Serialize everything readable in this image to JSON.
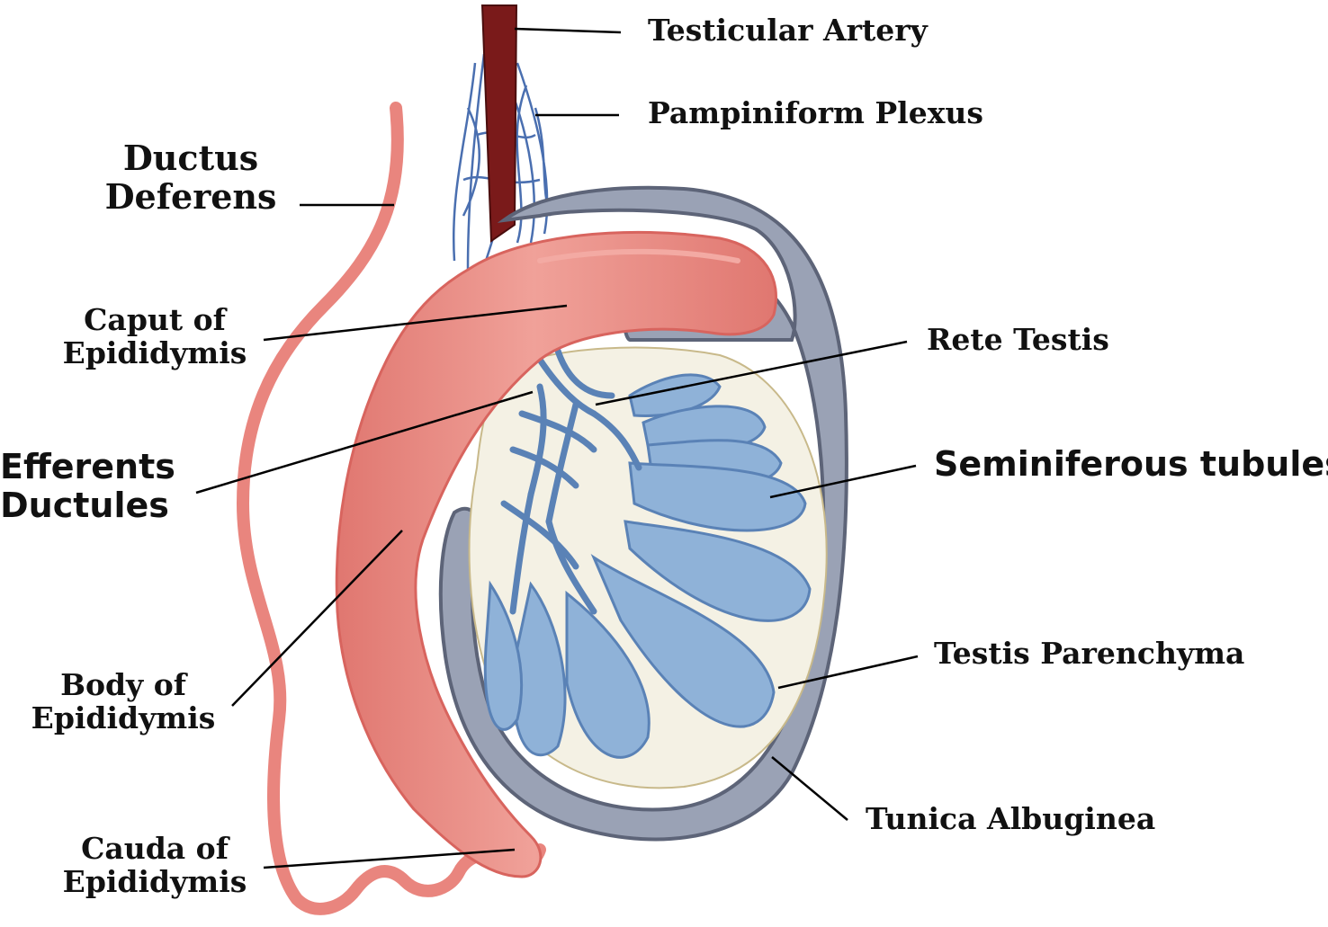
{
  "colors": {
    "epididymis": "#e9857e",
    "epididymis_highlight": "#f3aaa3",
    "epididymis_edge": "#d8645e",
    "tubule": "#8fb2d8",
    "tubule_edge": "#5a82b6",
    "vein": "#4a6fb0",
    "artery": "#7a1a1a",
    "tunica_fill": "#9aa2b5",
    "tunica_edge": "#5d6478",
    "parenchyma": "#f4f1e4",
    "leader": "#000000"
  },
  "labels": {
    "testicular_artery": "Testicular Artery",
    "pampiniform_plexus": "Pampiniform Plexus",
    "ductus_deferens": [
      "Ductus",
      "Deferens"
    ],
    "caput_of_epididymis": [
      "Caput of",
      "Epididymis"
    ],
    "rete_testis": "Rete Testis",
    "efferents_ductules": [
      "Efferents",
      "Ductules"
    ],
    "seminiferous_tubules": "Seminiferous tubules",
    "body_of_epididymis": [
      "Body of",
      "Epididymis"
    ],
    "testis_parenchyma": "Testis Parenchyma",
    "tunica_albuginea": "Tunica Albuginea",
    "cauda_of_epididymis": [
      "Cauda of",
      "Epididymis"
    ]
  }
}
